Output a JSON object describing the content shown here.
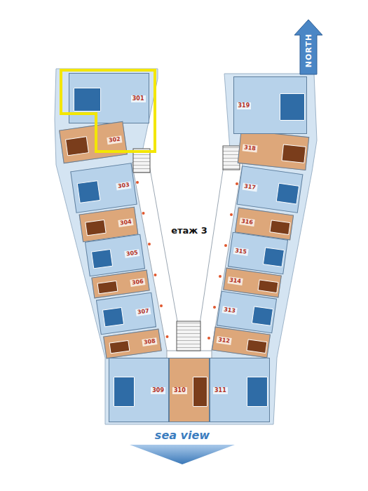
{
  "diagram": {
    "nodes": [
      {
        "text": [
          "301"
        ]
      },
      {
        "text": [
          "302"
        ]
      },
      {
        "text": [
          "303"
        ]
      },
      {
        "text": [
          "304"
        ]
      },
      {
        "text": [
          "305"
        ]
      },
      {
        "text": [
          "306"
        ]
      },
      {
        "text": [
          "307"
        ]
      },
      {
        "text": [
          "308"
        ]
      },
      {
        "text": [
          "309"
        ]
      },
      {
        "text": [
          "310"
        ]
      },
      {
        "text": [
          "311"
        ]
      },
      {
        "text": [
          "312"
        ]
      },
      {
        "text": [
          "313"
        ]
      },
      {
        "text": [
          "314"
        ]
      },
      {
        "text": [
          "315"
        ]
      },
      {
        "text": [
          "316"
        ]
      },
      {
        "text": [
          "317"
        ]
      },
      {
        "text": [
          "318"
        ]
      },
      {
        "text": [
          "319"
        ]
      }
    ],
    "labels": [
      "NORTH",
      "етаж 3",
      "sea view"
    ]
  }
}
